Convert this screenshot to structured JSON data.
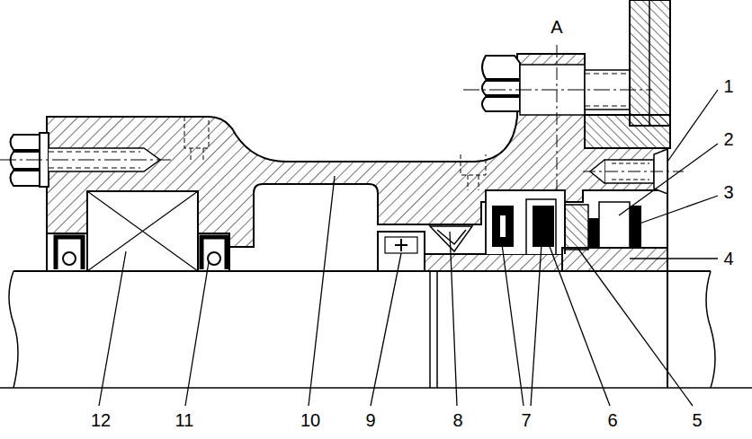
{
  "diagram": {
    "labels": [
      "A",
      "1",
      "2",
      "3",
      "4",
      "12",
      "11",
      "10",
      "9",
      "8",
      "7",
      "6",
      "5"
    ]
  }
}
